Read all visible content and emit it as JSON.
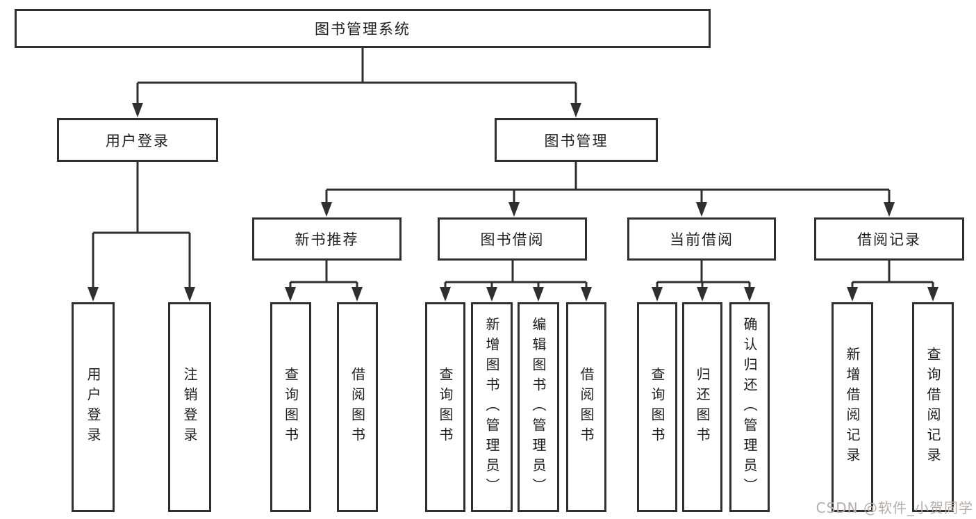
{
  "tree": {
    "root": {
      "label": "图书管理系统"
    },
    "children": [
      {
        "label": "用户登录",
        "children": [
          {
            "label": "用户登录"
          },
          {
            "label": "注销登录"
          }
        ]
      },
      {
        "label": "图书管理",
        "children": [
          {
            "label": "新书推荐",
            "children": [
              {
                "label": "查询图书"
              },
              {
                "label": "借阅图书"
              }
            ]
          },
          {
            "label": "图书借阅",
            "children": [
              {
                "label": "查询图书"
              },
              {
                "label": "新增图书（管理员）"
              },
              {
                "label": "编辑图书（管理员）"
              },
              {
                "label": "借阅图书"
              }
            ]
          },
          {
            "label": "当前借阅",
            "children": [
              {
                "label": "查询图书"
              },
              {
                "label": "归还图书"
              },
              {
                "label": "确认归还（管理员）"
              }
            ]
          },
          {
            "label": "借阅记录",
            "children": [
              {
                "label": "新增借阅记录"
              },
              {
                "label": "查询借阅记录"
              }
            ]
          }
        ]
      }
    ]
  },
  "watermark": {
    "text": "CSDN @软件_小贺同学"
  },
  "colors": {
    "line": "#2f2f2f",
    "text": "#1d1d1d",
    "background": "#ffffff",
    "watermark": "#b5acac"
  }
}
